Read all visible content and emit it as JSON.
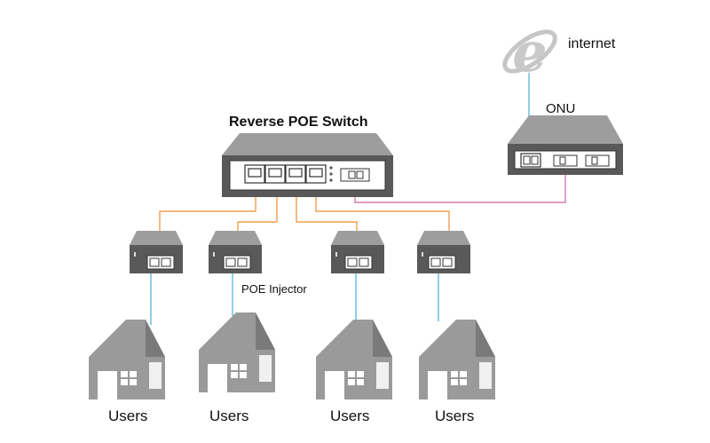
{
  "labels": {
    "internet": "internet",
    "onu": "ONU",
    "switch": "Reverse POE Switch",
    "injector": "POE Injector",
    "users": [
      "Users",
      "Users",
      "Users",
      "Users"
    ]
  },
  "colors": {
    "device_top": "#9d9d9d",
    "device_front": "#595959",
    "house": "#9a9a9a",
    "house_dark": "#7a7a7a",
    "cable_orange": "#f0a050",
    "cable_blue": "#60b8e0",
    "cable_pink": "#d07ab0",
    "internet_icon": "#c8c8c8"
  },
  "icons": {
    "internet": "internet-explorer-icon",
    "house": "house-icon"
  }
}
